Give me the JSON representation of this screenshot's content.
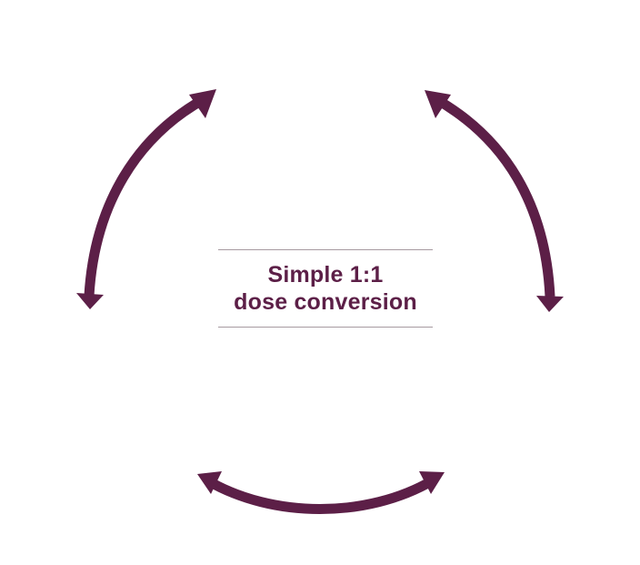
{
  "colors": {
    "accent": "#5c1f47",
    "divider": "#a79aa1",
    "background": "#ffffff"
  },
  "center": {
    "line1": "Simple 1:1",
    "line2": "dose conversion"
  },
  "arrows": [
    {
      "name": "left-arc-arrow",
      "heads": "both"
    },
    {
      "name": "right-arc-arrow",
      "heads": "both"
    },
    {
      "name": "bottom-arc-arrow",
      "heads": "both"
    }
  ]
}
